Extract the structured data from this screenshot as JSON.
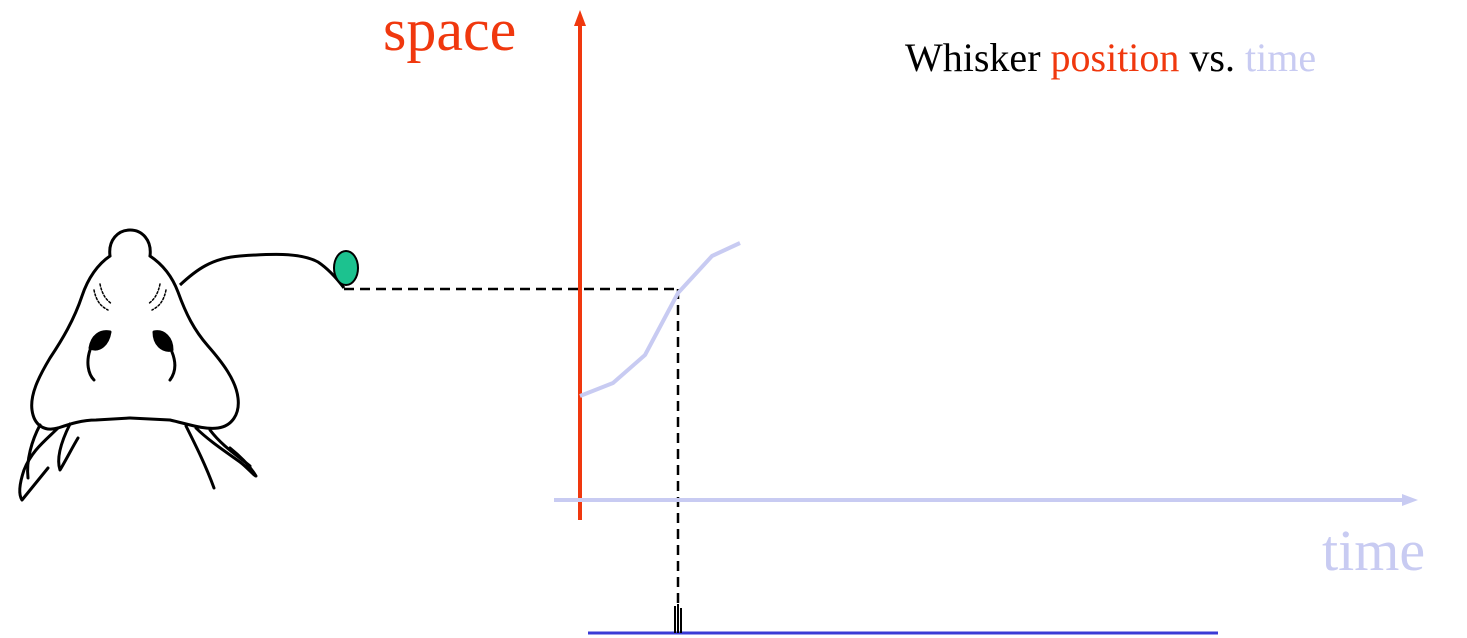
{
  "labels": {
    "space": "space",
    "time_axis": "time"
  },
  "title": {
    "part1": "Whisker ",
    "part2": "position",
    "part3": " vs. ",
    "part4": "time"
  },
  "colors": {
    "space_axis": "#f0380e",
    "time_axis": "#c8cbf2",
    "trace": "#c8cbf2",
    "whisker_tip": "#1cc28f",
    "spike_baseline": "#3b3bd6",
    "ink": "#000000"
  }
}
